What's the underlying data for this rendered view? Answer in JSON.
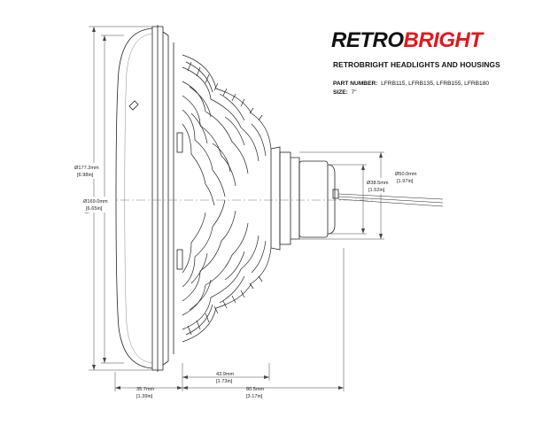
{
  "brand": {
    "part1": "RETRO",
    "part2": "BRIGHT",
    "accent_color": "#e0191f",
    "dark_color": "#111111"
  },
  "title": "RETROBRIGHT HEADLIGHTS AND HOUSINGS",
  "part_number": {
    "label": "PART NUMBER:",
    "value": "LFRB115, LFRB135, LFRB155, LFRB180"
  },
  "size": {
    "label": "SIZE:",
    "value": "7\""
  },
  "dimensions": {
    "overall_dia": {
      "mm": "Ø177.2mm",
      "in": "[6.98in]"
    },
    "lens_dia": {
      "mm": "Ø169.0mm",
      "in": "[6.65in]"
    },
    "plug_dia_large": {
      "mm": "Ø50.0mm",
      "in": "[1.97in]"
    },
    "plug_dia_small": {
      "mm": "Ø38.5mm",
      "in": "[1.52in]"
    },
    "lens_depth": {
      "mm": "35.7mm",
      "in": "[1.39in]"
    },
    "heatsink_depth": {
      "mm": "43.9mm",
      "in": "[1.73in]"
    },
    "rear_depth": {
      "mm": "80.5mm",
      "in": "[3.17in]"
    }
  }
}
